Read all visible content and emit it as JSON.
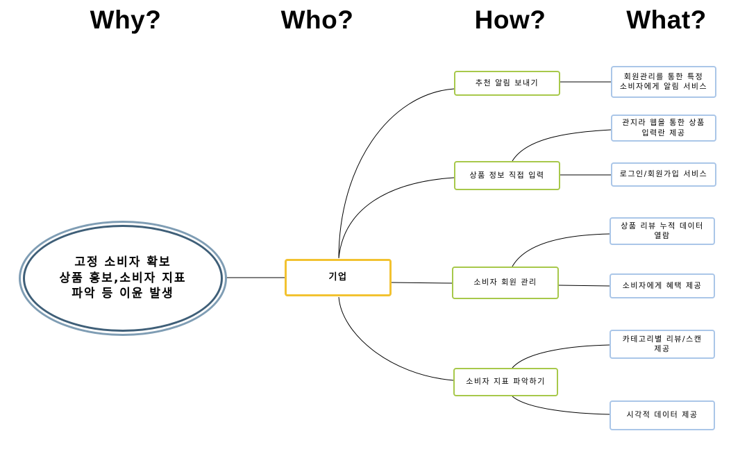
{
  "headers": {
    "why": "Why?",
    "who": "Who?",
    "how": "How?",
    "what": "What?"
  },
  "why": {
    "text": "고정 소비자 확보\n상품 홍보,소비자 지표\n파악 등 이윤 발생"
  },
  "who": {
    "text": "기업"
  },
  "how": [
    {
      "text": "추천 알림 보내기"
    },
    {
      "text": "상품 정보 직접 입력"
    },
    {
      "text": "소비자 회원 관리"
    },
    {
      "text": "소비자 지표 파악하기"
    }
  ],
  "what": [
    {
      "text": "회원관리를 통한 특정\n소비자에게 알림 서비스"
    },
    {
      "text": "관지라 웹을 통한 상품\n입력란 제공"
    },
    {
      "text": "로그인/회원가입 서비스"
    },
    {
      "text": "상품 리뷰 누적 데이터\n열람"
    },
    {
      "text": "소비자에게 혜택 제공"
    },
    {
      "text": "카테고리별 리뷰/스캔\n제공"
    },
    {
      "text": "시각적 데이터 제공"
    }
  ],
  "colors": {
    "how_border": "#a7c84a",
    "what_border": "#aac6e8",
    "who_border": "#f2c230",
    "why_border": "#3f5f78",
    "edge": "#000000"
  }
}
